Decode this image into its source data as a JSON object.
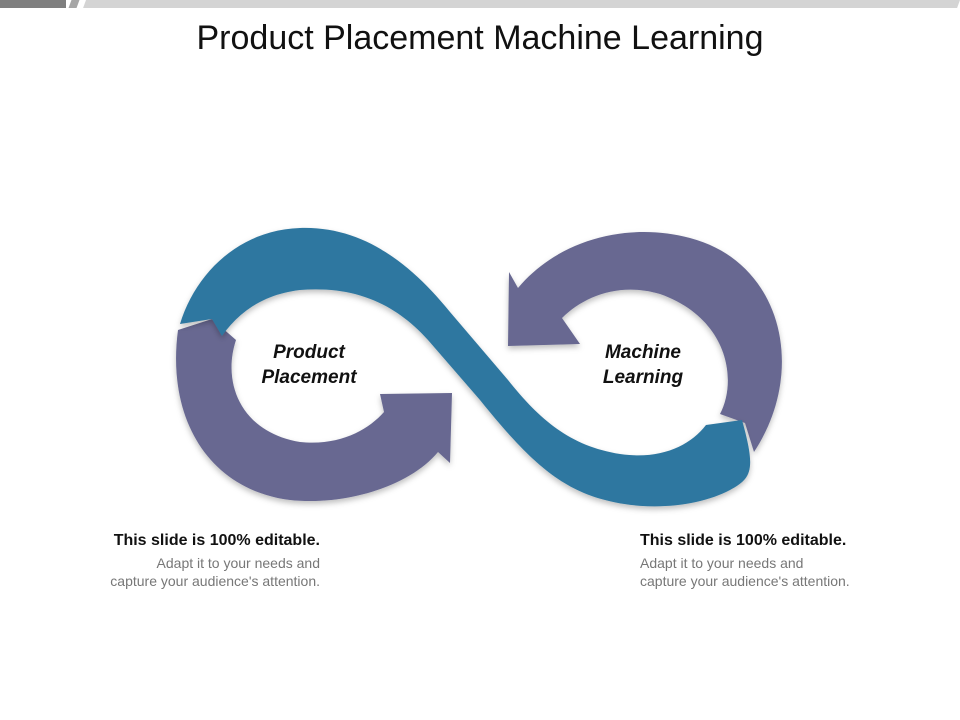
{
  "slide": {
    "title": "Product Placement Machine Learning"
  },
  "diagram": {
    "left_loop": {
      "label_line1": "Product",
      "label_line2": "Placement"
    },
    "right_loop": {
      "label_line1": "Machine",
      "label_line2": "Learning"
    },
    "colors": {
      "teal": "#2f77a0",
      "purple": "#676891"
    }
  },
  "notes": [
    {
      "title": "This slide is 100% editable.",
      "line1": "Adapt it to your needs and",
      "line2": "capture your audience's attention."
    },
    {
      "title": "This slide is 100% editable.",
      "line1": "Adapt it to your needs and",
      "line2": "capture your audience's attention."
    }
  ]
}
